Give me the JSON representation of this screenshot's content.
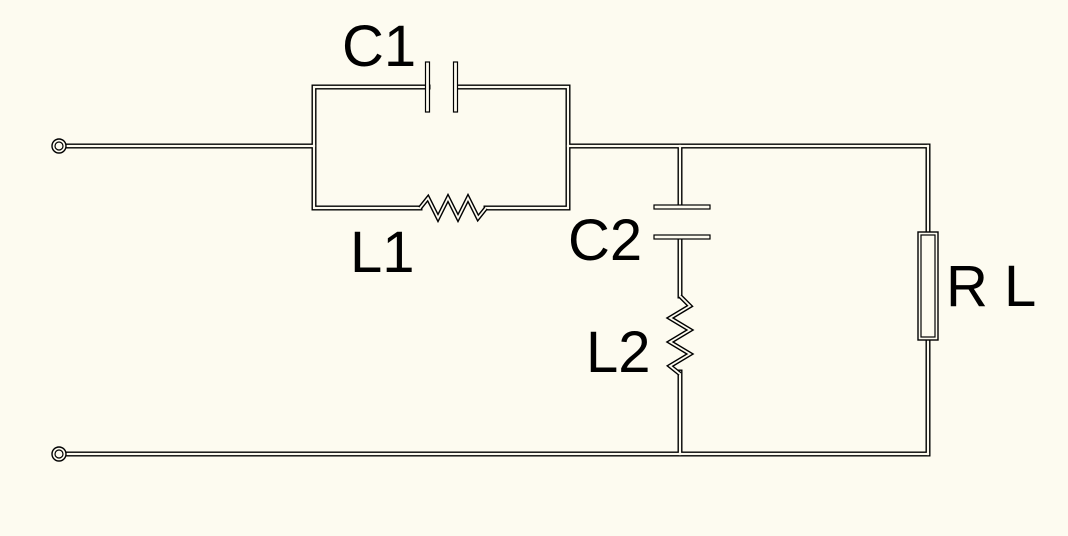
{
  "components": {
    "c1": {
      "label": "C1"
    },
    "l1": {
      "label": "L1"
    },
    "c2": {
      "label": "C2"
    },
    "l2": {
      "label": "L2"
    },
    "rl": {
      "label": "R L"
    }
  },
  "colors": {
    "background": "#fdfbf0",
    "wire": "#000000"
  }
}
